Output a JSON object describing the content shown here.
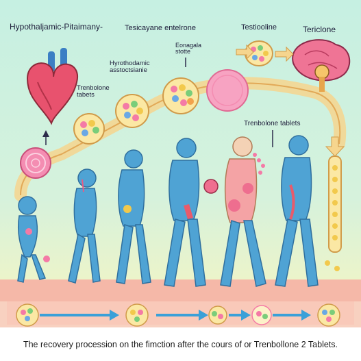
{
  "labels": {
    "hypothalamic_pituitary": "Hypothaljamic-Pitaimany-",
    "tesicayane": "Tesicayane entelrone",
    "testioline": "Testiooline",
    "tericlone": "Tericlone",
    "engagala": "Eonagala\nstotte",
    "hypothodamic": "Hyrothodamic\nasstoctsianie",
    "trenbolone_top": "Trenbolone\ntabets",
    "trenbolone_right": "Trenbolone tablets"
  },
  "caption": "The recovery procession on the fimction after the cours of or Trenbollone 2 Tablets.",
  "colors": {
    "skin": "#4fa3d4",
    "skin_shade": "#2f78ad",
    "pill_pink": "#f47aa6",
    "capsule_fill": "#fbe7a2",
    "brain": "#ef6e8f",
    "heart": "#e84b6a",
    "floor": "#f5b7a9",
    "arrow_blue": "#3aa0d8"
  }
}
